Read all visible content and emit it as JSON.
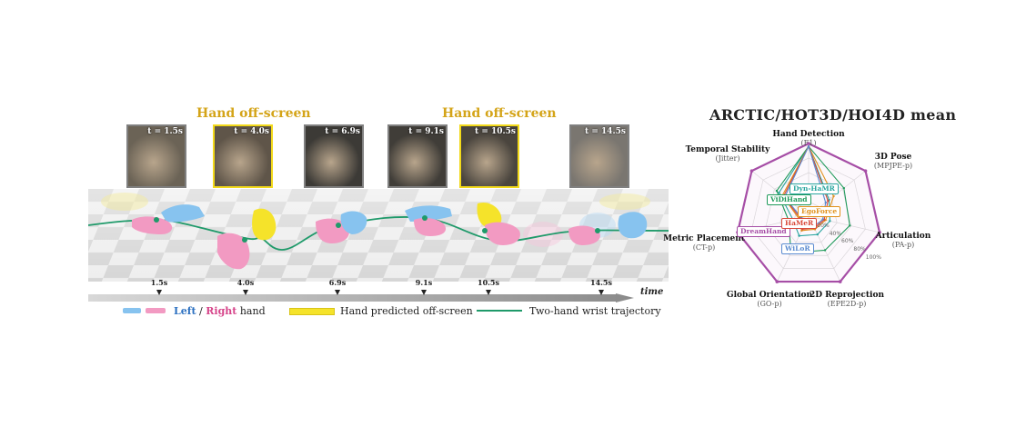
{
  "offscreen_titles": [
    "Hand off-screen",
    "Hand off-screen"
  ],
  "frames": [
    {
      "label": "t = 1.5s",
      "offscreen": false,
      "bg": "#6b6356"
    },
    {
      "label": "t = 4.0s",
      "offscreen": true,
      "bg": "#5f5549"
    },
    {
      "label": "t = 6.9s",
      "offscreen": false,
      "bg": "#3c3a36"
    },
    {
      "label": "t = 9.1s",
      "offscreen": false,
      "bg": "#403d38"
    },
    {
      "label": "t = 10.5s",
      "offscreen": true,
      "bg": "#4a453e"
    },
    {
      "label": "t = 14.5s",
      "offscreen": false,
      "bg": "#7a7670"
    }
  ],
  "timeline": {
    "ticks": [
      "1.5s",
      "4.0s",
      "6.9s",
      "9.1s",
      "10.5s",
      "14.5s"
    ],
    "label": "time"
  },
  "legend": {
    "left": "Left",
    "slash": " / ",
    "right": "Right",
    "hand": " hand",
    "offscreen": "Hand predicted off-screen",
    "trajectory": "Two-hand wrist trajectory"
  },
  "colors": {
    "left_hand": "#87c3ef",
    "right_hand": "#f29ac2",
    "offscreen": "#f5e32a",
    "trajectory": "#1f9a6a",
    "title_gold": "#d4a418"
  },
  "chart_data": {
    "type": "radar",
    "title": "ARCTIC/HOT3D/HOI4D mean",
    "axes": [
      {
        "name": "Hand Detection",
        "sub": "(F1)"
      },
      {
        "name": "3D Pose",
        "sub": "(MPJPE-p)"
      },
      {
        "name": "Articulation",
        "sub": "(PA-p)"
      },
      {
        "name": "2D Reprojection",
        "sub": "(EPE2D-p)"
      },
      {
        "name": "Global Orientation",
        "sub": "(GO-p)"
      },
      {
        "name": "Metric Placement",
        "sub": "(CT-p)"
      },
      {
        "name": "Temporal Stability",
        "sub": "(Jitter)"
      }
    ],
    "rings": [
      20,
      40,
      60,
      80,
      100
    ],
    "ring_labels": [
      "20%",
      "40%",
      "60%",
      "80%",
      "100%"
    ],
    "series": [
      {
        "name": "DreamHand",
        "color": "#a64ea6",
        "values": [
          100,
          100,
          100,
          100,
          100,
          100,
          100
        ]
      },
      {
        "name": "Dyn-HaMR",
        "color": "#2aa6a0",
        "values": [
          96,
          36,
          30,
          28,
          30,
          22,
          52
        ]
      },
      {
        "name": "ViDiHand",
        "color": "#1f9a5a",
        "values": [
          96,
          62,
          58,
          52,
          56,
          28,
          56
        ]
      },
      {
        "name": "EgoForce",
        "color": "#e0901a",
        "values": [
          96,
          44,
          24,
          20,
          22,
          14,
          46
        ]
      },
      {
        "name": "HaMeR",
        "color": "#d94a3a",
        "values": [
          96,
          34,
          22,
          18,
          20,
          12,
          44
        ]
      },
      {
        "name": "WiLoR",
        "color": "#5a8ad0",
        "values": [
          96,
          30,
          20,
          16,
          18,
          10,
          42
        ]
      }
    ],
    "grid": true
  }
}
